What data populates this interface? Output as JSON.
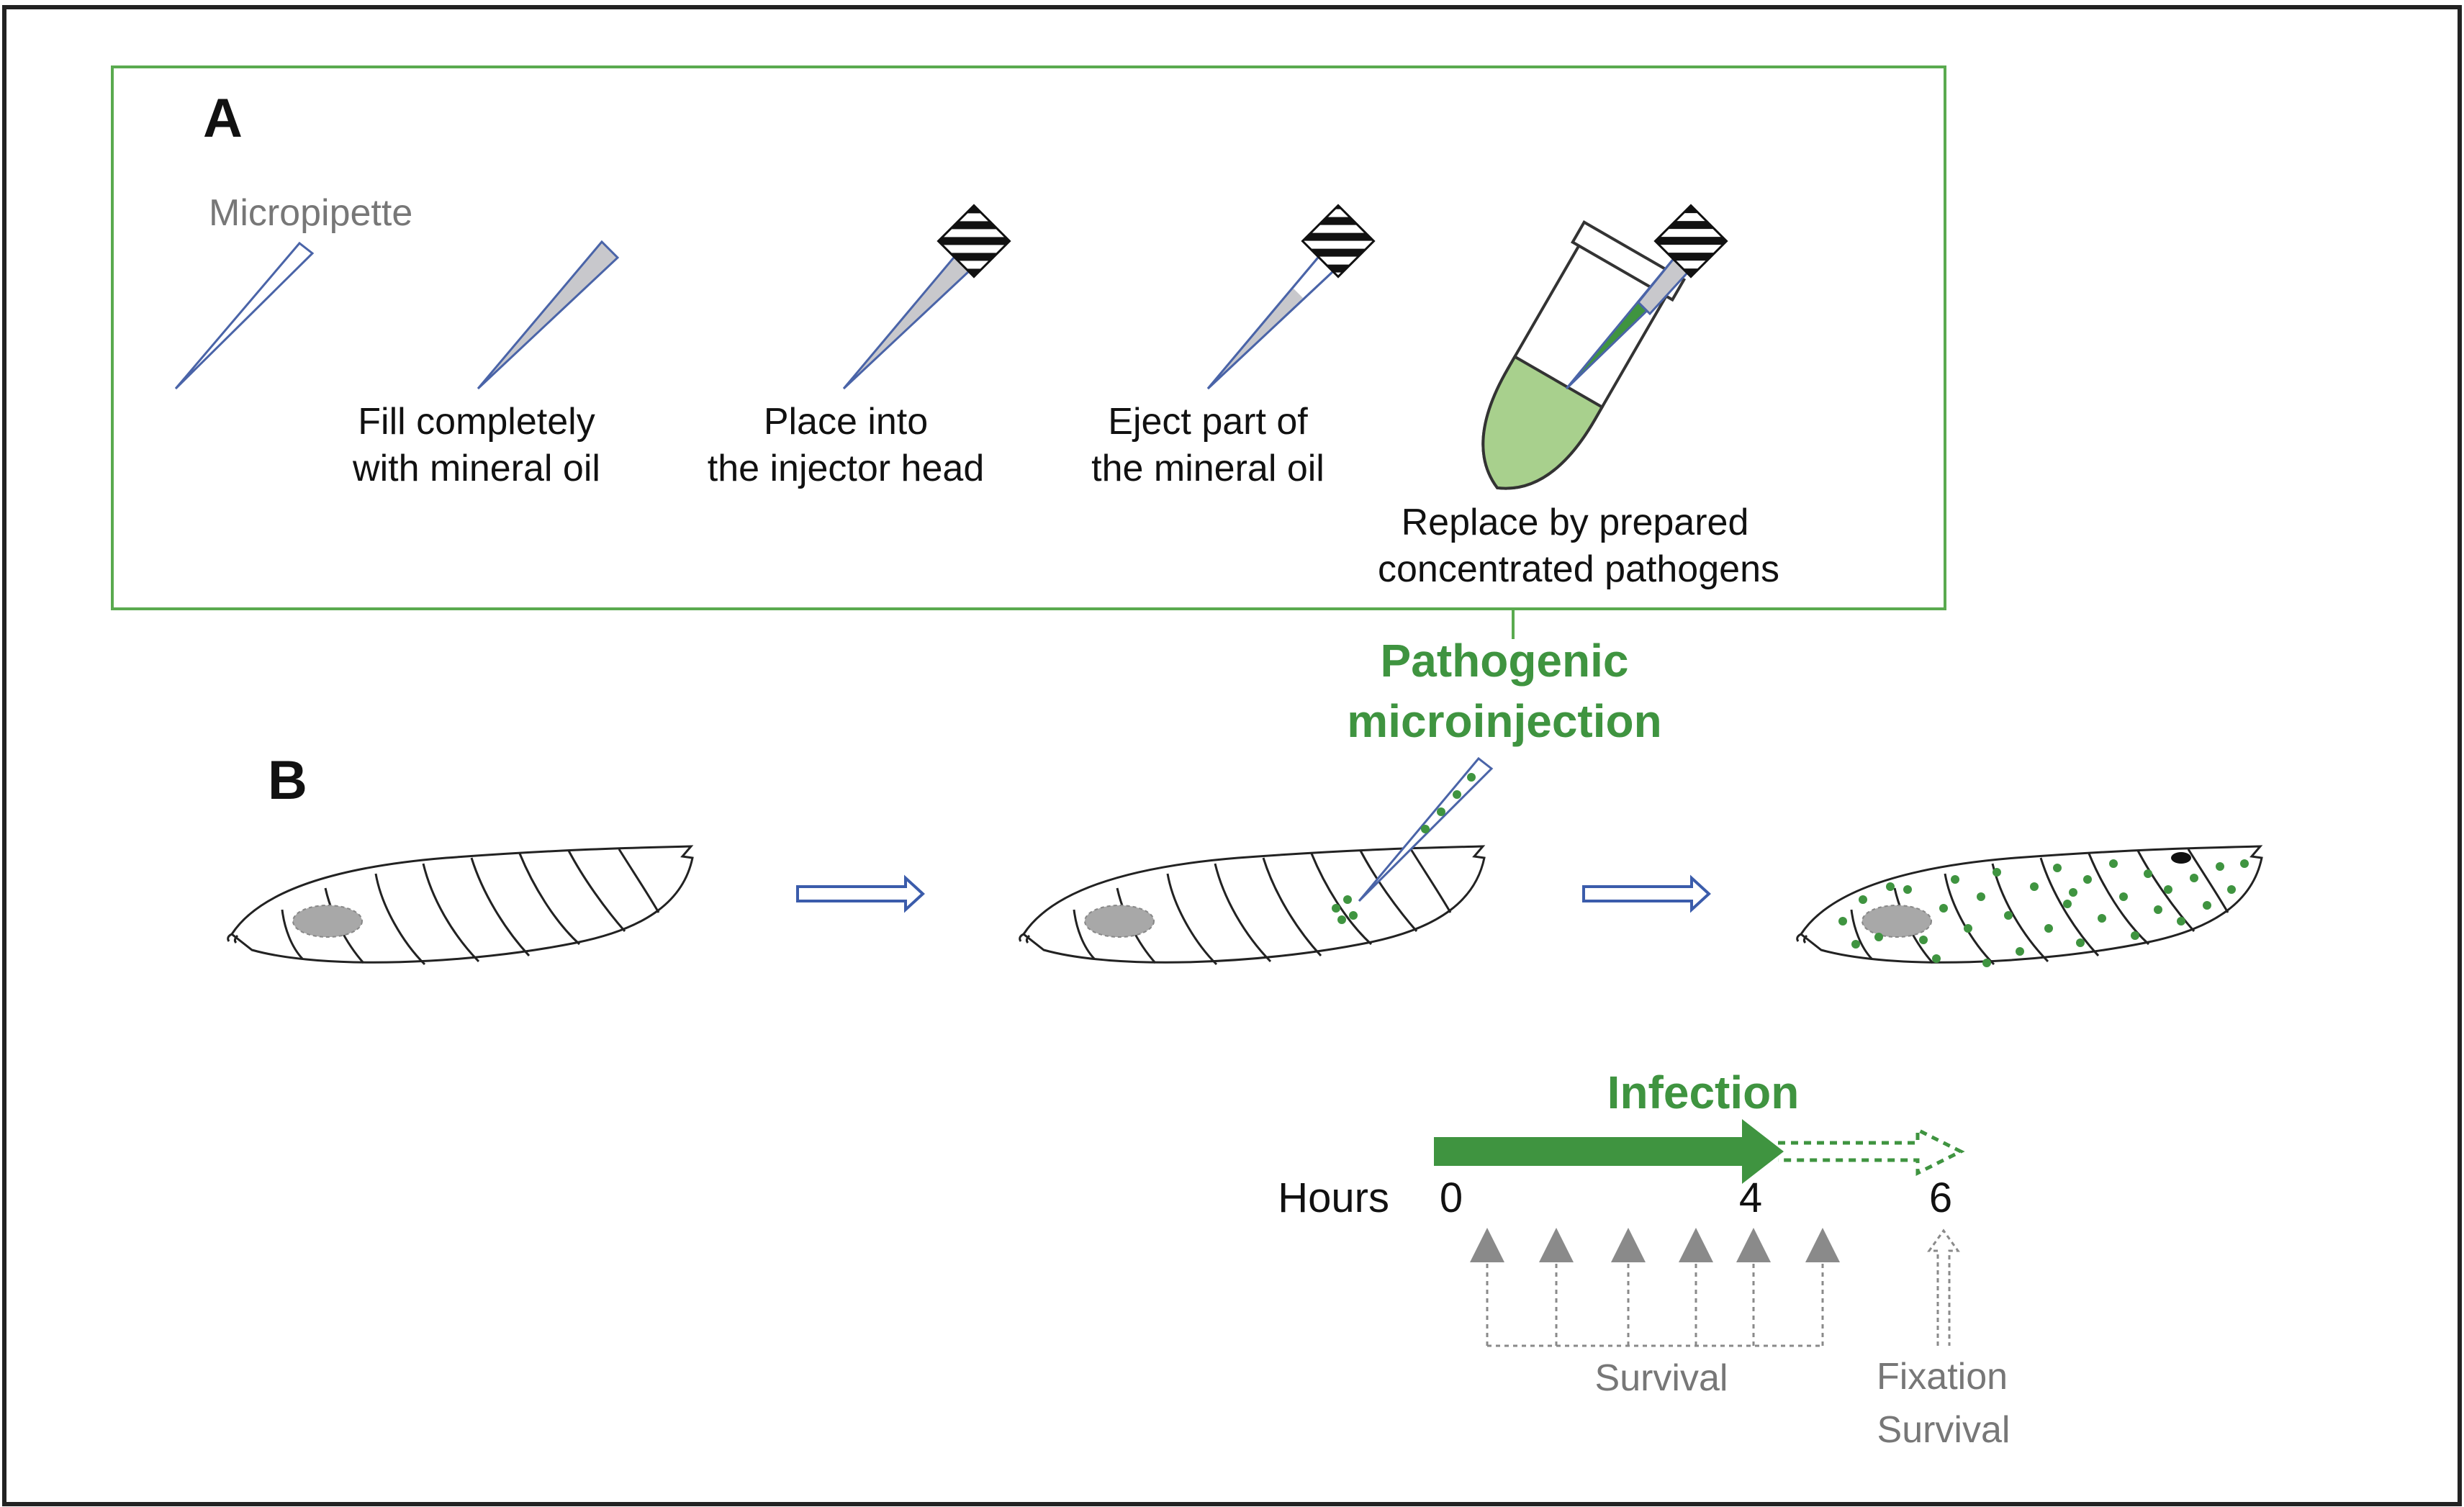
{
  "panel_a": {
    "label": "A",
    "micropipette_label": "Micropipette",
    "steps": [
      {
        "line1": "Fill completely",
        "line2": "with mineral oil"
      },
      {
        "line1": "Place into",
        "line2": "the injector head"
      },
      {
        "line1": "Eject part of",
        "line2": "the mineral oil"
      },
      {
        "line1": "Replace by prepared",
        "line2": "concentrated pathogens"
      }
    ]
  },
  "panel_b": {
    "label": "B",
    "microinjection_line1": "Pathogenic",
    "microinjection_line2": "microinjection"
  },
  "timeline": {
    "infection_label": "Infection",
    "hours_label": "Hours",
    "ticks": [
      "0",
      "4",
      "6"
    ],
    "survival_label": "Survival",
    "fixation_label_line1": "Fixation",
    "fixation_label_line2": "Survival"
  },
  "colors": {
    "frame": "#222222",
    "panel_border": "#5aaa4f",
    "green": "#3f9440",
    "green_light": "#a8d08d",
    "pipette_blue": "#4a64a8",
    "gray_fill": "#c8c8cc",
    "arrow_blue": "#3b5cab",
    "gray_text": "#777777"
  }
}
